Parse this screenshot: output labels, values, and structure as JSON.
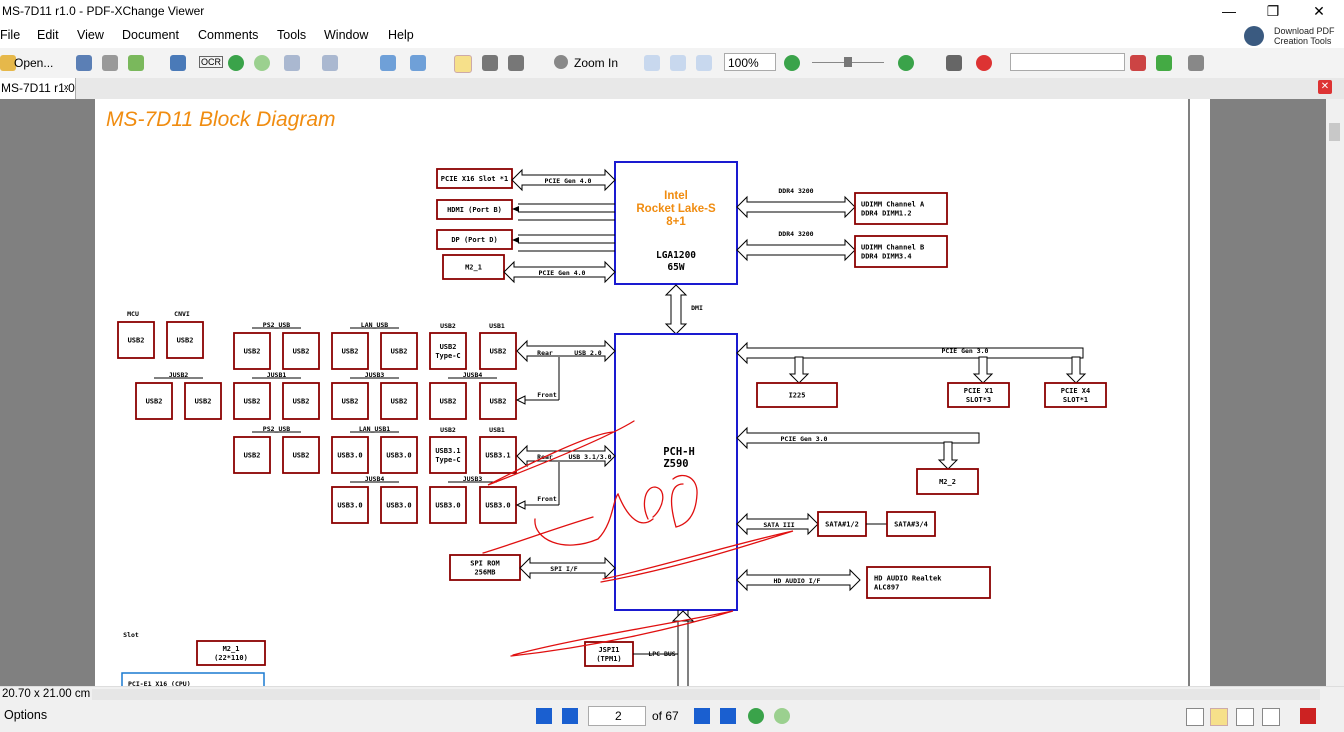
{
  "window": {
    "title": "MS-7D11 r1.0 - PDF-XChange Viewer",
    "minimize": "—",
    "restore": "❐",
    "close": "✕"
  },
  "menu": [
    "File",
    "Edit",
    "View",
    "Document",
    "Comments",
    "Tools",
    "Window",
    "Help"
  ],
  "promo": {
    "line1": "Download PDF",
    "line2": "Creation Tools"
  },
  "toolbar": {
    "open_label": "Open...",
    "ocr_label": "OCR",
    "zoom_in_label": "Zoom In",
    "zoom_value": "100%"
  },
  "tab": {
    "label": "MS-7D11 r1.0",
    "close": "x"
  },
  "status": {
    "page_size": "20.70 x 21.00 cm"
  },
  "bottom": {
    "options_label": "Options",
    "current_page": "2",
    "of_pages": "of 67"
  },
  "diagram": {
    "title": "MS-7D11  Block Diagram",
    "cpu": {
      "line1": "Intel",
      "line2": "Rocket Lake-S",
      "line3": "8+1",
      "line4": "LGA1200",
      "line5": "65W"
    },
    "pch": {
      "line1": "PCH-H",
      "line2": "Z590"
    },
    "left_cpu_boxes": [
      "PCIE X16 Slot *1",
      "HDMI (Port B)",
      "DP (Port D)",
      "M2_1"
    ],
    "cpu_links": {
      "pcie_top": "PCIE Gen 4.0",
      "pcie_m2": "PCIE Gen 4.0",
      "ddr_a": "DDR4  3200",
      "ddr_b": "DDR4  3200",
      "dmi": "DMI"
    },
    "dimm_a": {
      "line1": "UDIMM  Channel  A",
      "line2": "DDR4   DIMM1.2"
    },
    "dimm_b": {
      "line1": "UDIMM  Channel  B",
      "line2": "DDR4   DIMM3.4"
    },
    "top_left": {
      "mcu": "MCU",
      "cnvi": "CNVI",
      "usb2": "USB2"
    },
    "group_labels": {
      "ps2_usb": "PS2_USB",
      "lan_usb": "LAN_USB",
      "usb2": "USB2",
      "usb1": "USB1",
      "jusb2": "JUSB2",
      "jusb1": "JUSB1",
      "jusb3": "JUSB3",
      "jusb4": "JUSB4",
      "ps2_usb_b": "PS2_USB",
      "lan_usb1": "LAN_USB1",
      "usb2_b": "USB2",
      "usb1_b": "USB1",
      "jusb4_b": "JUSB4",
      "jusb3_b": "JUSB3"
    },
    "usb_labels": {
      "usb2": "USB2",
      "usb30": "USB3.0",
      "usb31": "USB3.1",
      "usb31c_a": "USB3.1",
      "usb31c_b": "Type-C",
      "usb2c_a": "USB2",
      "usb2c_b": "Type-C"
    },
    "pch_left_links": {
      "rear1": "Rear",
      "usb20": "USB 2.0",
      "front1": "Front",
      "rear2": "Rear",
      "usb3x": "USB 3.1/3.0",
      "front2": "Front",
      "spi_if": "SPI I/F",
      "lpc": "LPC BUS"
    },
    "spi_rom": {
      "line1": "SPI ROM",
      "line2": "256MB"
    },
    "jspi": {
      "line1": "JSPI1",
      "line2": "(TPM1)"
    },
    "pch_right": {
      "pcie30": "PCIE Gen 3.0",
      "i225": "I225",
      "x1a": "PCIE X1",
      "x1b": "SLOT*3",
      "x4a": "PCIE X4",
      "x4b": "SLOT*1",
      "pcie30b": "PCIE Gen 3.0",
      "m2_2": "M2_2",
      "sata_link": "SATA III",
      "sata12": "SATA#1/2",
      "sata34": "SATA#3/4",
      "hda_link": "HD AUDIO I/F",
      "hda1": "HD AUDIO Realtek",
      "hda2": "ALC897"
    },
    "bottom_left": {
      "slot": "Slot",
      "m2_1a": "M2_1",
      "m2_1b": "(22*110)",
      "pcie_x16": "PCI-E1 X16 (CPU)"
    }
  },
  "colors": {
    "box_stroke": "#8b0000",
    "chip_stroke": "#1a1ad0",
    "title_orange": "#f08c10",
    "ink": "#e01010"
  }
}
